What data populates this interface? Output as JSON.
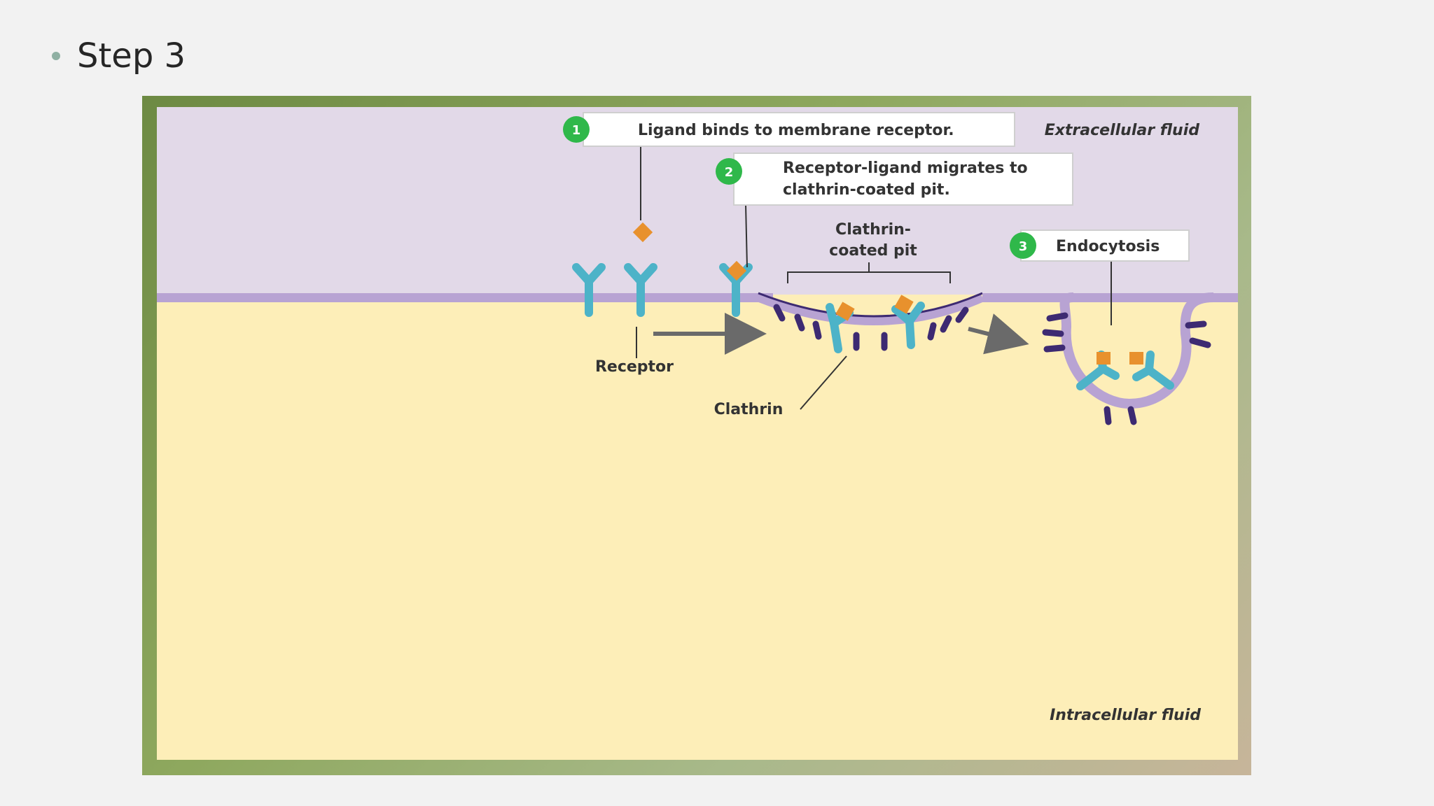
{
  "slide": {
    "bullet": "Step 3"
  },
  "diagram": {
    "regions": {
      "top": "Extracellular fluid",
      "bottom": "Intracellular fluid"
    },
    "steps": [
      {
        "number": "1",
        "text": [
          "Ligand binds to membrane receptor."
        ]
      },
      {
        "number": "2",
        "text": [
          "Receptor-ligand migrates to",
          "clathrin-coated pit."
        ]
      },
      {
        "number": "3",
        "text": [
          "Endocytosis"
        ]
      }
    ],
    "labels": {
      "pit": [
        "Clathrin-",
        "coated pit"
      ],
      "receptor": "Receptor",
      "clathrin": "Clathrin"
    },
    "colors": {
      "extracellular": "#e2d9e8",
      "intracellular": "#fdeeb8",
      "membrane": "#b8a3d3",
      "receptor": "#4db3c8",
      "ligand": "#e8912d",
      "clathrin": "#3d2a72",
      "step_badge": "#2fb84a"
    }
  }
}
